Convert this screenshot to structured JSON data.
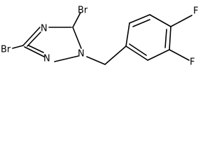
{
  "molecule": {
    "atoms": {
      "br_top": "Br",
      "br_left": "Br",
      "n_ring_top": "N",
      "n_ring_bottom_left": "N",
      "n_ring_bottom_right": "N",
      "f_top": "F",
      "f_bottom": "F"
    },
    "colors": {
      "bond": "#000000",
      "label": "#000000",
      "background": "#ffffff"
    }
  }
}
